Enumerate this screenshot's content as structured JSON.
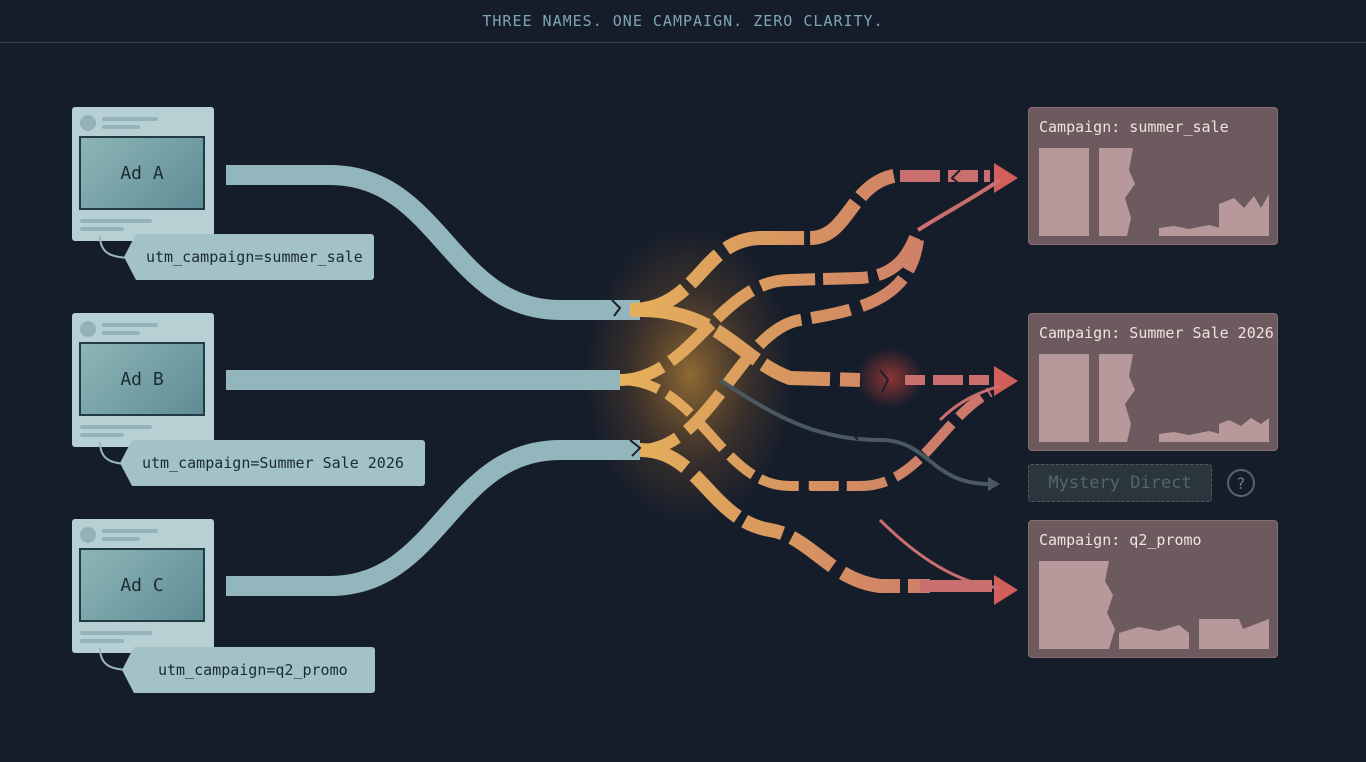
{
  "header": {
    "title": "THREE NAMES. ONE CAMPAIGN. ZERO CLARITY."
  },
  "ads": [
    {
      "label": "Ad A",
      "utm": "utm_campaign=summer_sale"
    },
    {
      "label": "Ad B",
      "utm": "utm_campaign=Summer Sale 2026"
    },
    {
      "label": "Ad C",
      "utm": "utm_campaign=q2_promo"
    }
  ],
  "reports": [
    {
      "title": "Campaign: summer_sale"
    },
    {
      "title": "Campaign: Summer Sale 2026"
    },
    {
      "title": "Campaign: q2_promo"
    }
  ],
  "mystery": {
    "label": "Mystery Direct",
    "help_glyph": "?"
  },
  "colors": {
    "background": "#151d2b",
    "source_flow": "#93b6bc",
    "conflict_glow": "#f2a93b",
    "destination_flow": "#c9706e",
    "report_panel": "#6d5a5e"
  }
}
